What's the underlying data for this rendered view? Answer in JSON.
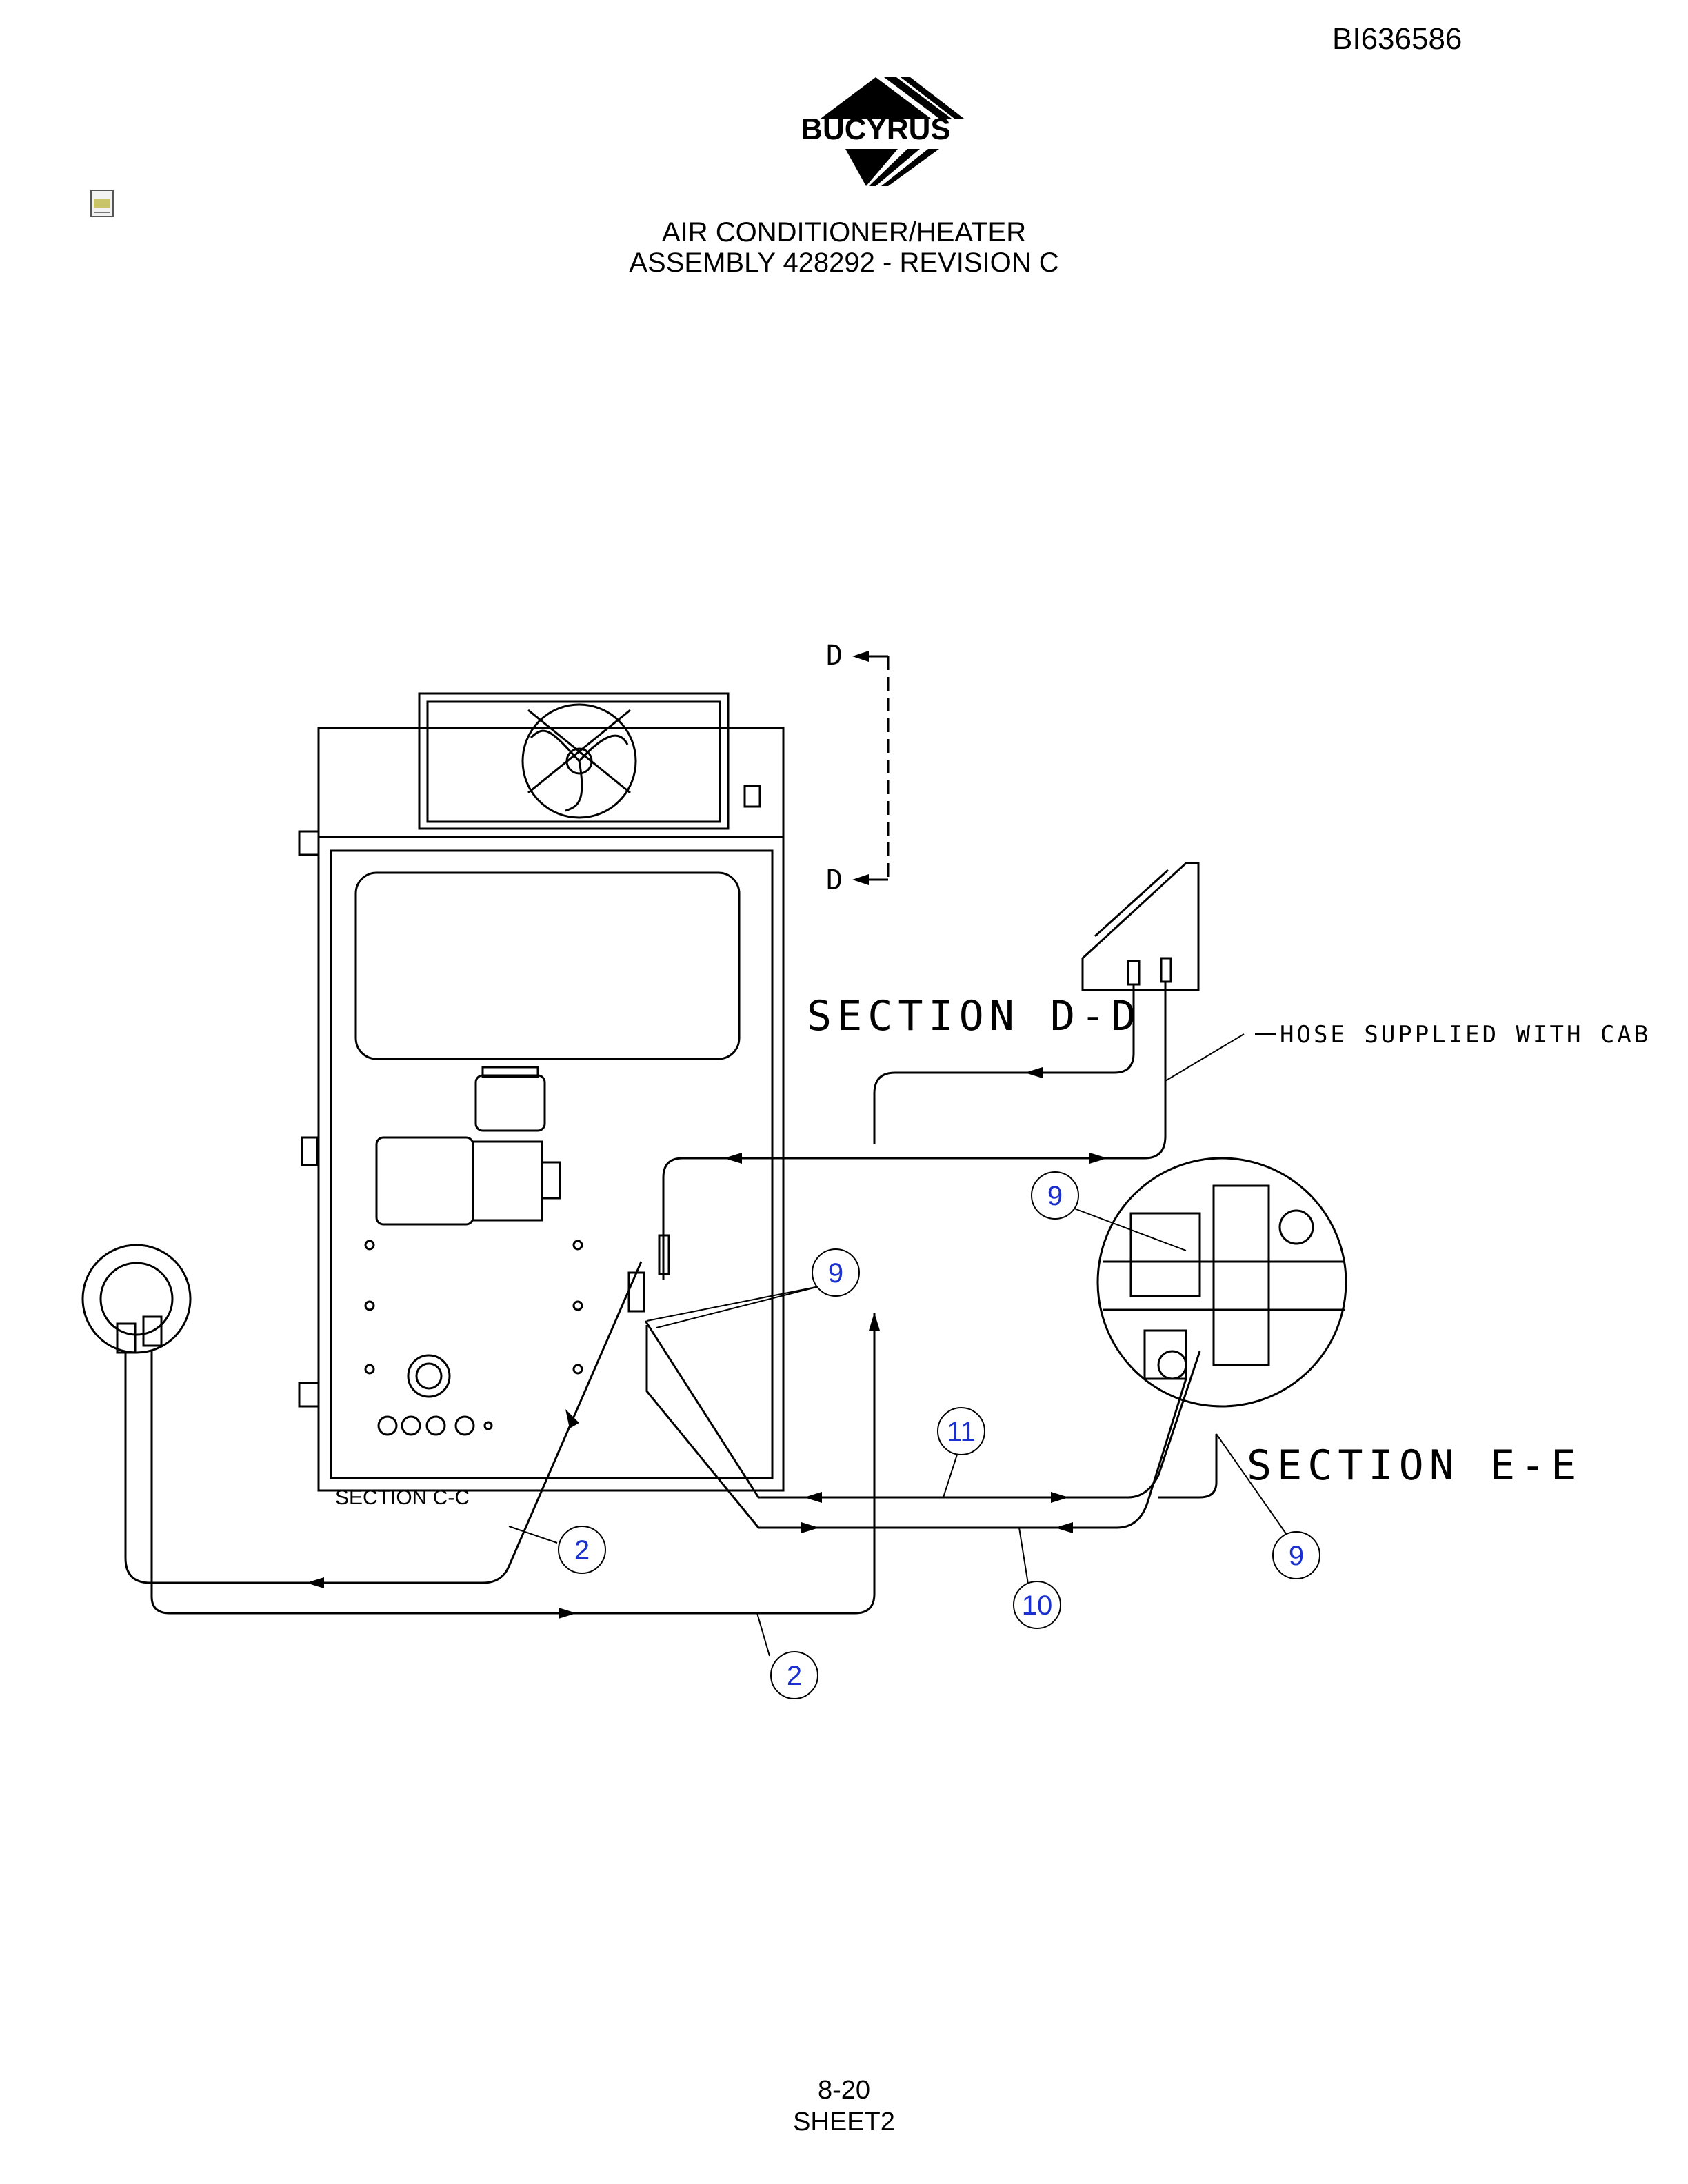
{
  "document": {
    "doc_id": "BI636586",
    "brand": "BUCYRUS",
    "title_line1": "AIR CONDITIONER/HEATER",
    "title_line2": "ASSEMBLY 428292 - REVISION C",
    "page_number": "8-20",
    "sheet": "SHEET2"
  },
  "drawing": {
    "section_cc": "SECTION C-C",
    "section_dd": "SECTION D-D",
    "section_ee": "SECTION E-E",
    "hose_note": "HOSE SUPPLIED WITH CAB",
    "cut_label_top": "D",
    "cut_label_bottom": "D",
    "balloons": {
      "b1": "9",
      "b2": "9",
      "b3": "9",
      "b4": "11",
      "b5": "10",
      "b6": "2",
      "b7": "2"
    }
  },
  "colors": {
    "line": "#000000",
    "balloon_text": "#1a2fd0"
  },
  "icons": [
    "doc-icon",
    "bucyrus-logo"
  ]
}
